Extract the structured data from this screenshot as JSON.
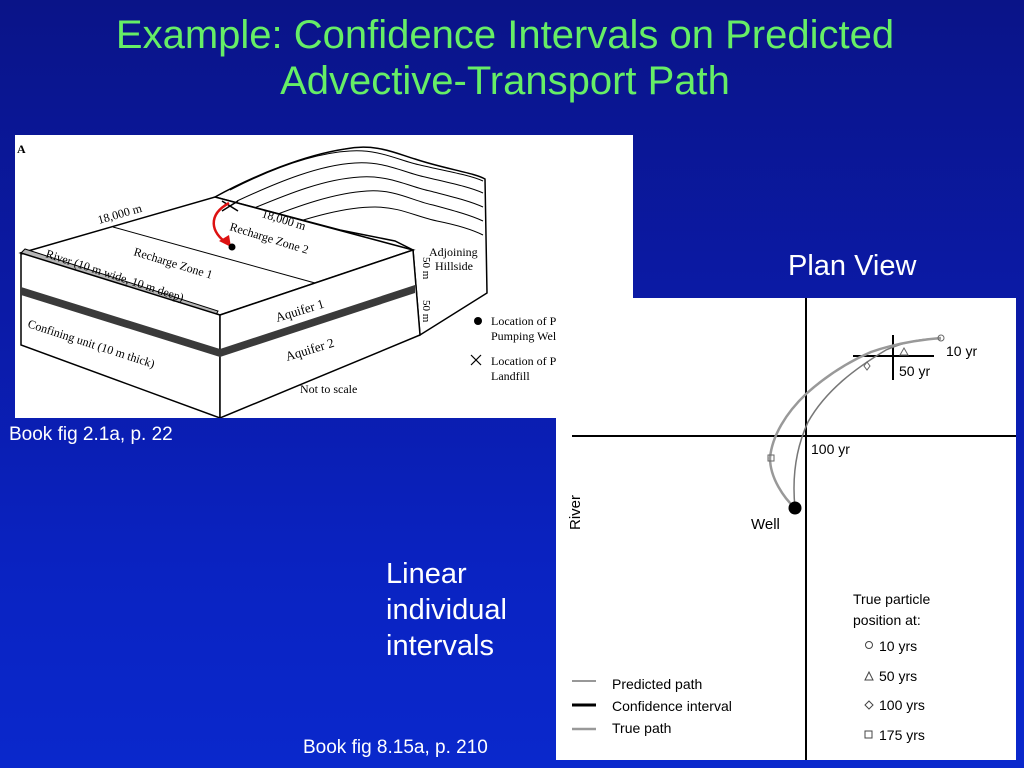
{
  "title": {
    "line1": "Example: Confidence Intervals on Predicted",
    "line2": "Advective-Transport Path"
  },
  "captions": {
    "book_fig_a": "Book fig 2.1a, p. 22",
    "plan_view": "Plan View",
    "linear_line1": "Linear",
    "linear_line2": "individual",
    "linear_line3": "intervals",
    "book_fig_b": "Book fig 8.15a, p. 210"
  },
  "figure_a": {
    "panel_letter": "A",
    "dim_18000_left": "18,000 m",
    "dim_18000_right": "18,000 m",
    "recharge_zone_2": "Recharge Zone 2",
    "recharge_zone_1": "Recharge Zone 1",
    "river": "River (10 m wide, 10 m deep)",
    "adjoining_1": "Adjoining",
    "adjoining_2": "Hillside",
    "aquifer_1": "Aquifer 1",
    "aquifer_2": "Aquifer 2",
    "confining": "Confining unit (10 m thick)",
    "dim_50m_top": "50 m",
    "dim_50m_bottom": "50 m",
    "not_to_scale": "Not to scale",
    "legend_wells_1": "Location of Proposed",
    "legend_wells_2": "Pumping Wells",
    "legend_landfill_1": "Location of Proposed",
    "legend_landfill_2": "Landfill",
    "colors": {
      "arrow": "#dd1111",
      "river": "#b5b5b5",
      "confining": "#3a3a3a"
    }
  },
  "figure_b": {
    "label_10yr": "10 yr",
    "label_50yr": "50 yr",
    "label_100yr": "100 yr",
    "river": "River",
    "well": "Well",
    "legend_predicted": "Predicted path",
    "legend_confidence": "Confidence interval",
    "legend_true": "True path",
    "true_particle_1": "True particle",
    "true_particle_2": "position at:",
    "marker_10": "10 yrs",
    "marker_50": "50 yrs",
    "marker_100": "100 yrs",
    "marker_175": "175 yrs",
    "colors": {
      "predicted": "#777777",
      "confidence": "#000000",
      "true": "#999999"
    }
  }
}
